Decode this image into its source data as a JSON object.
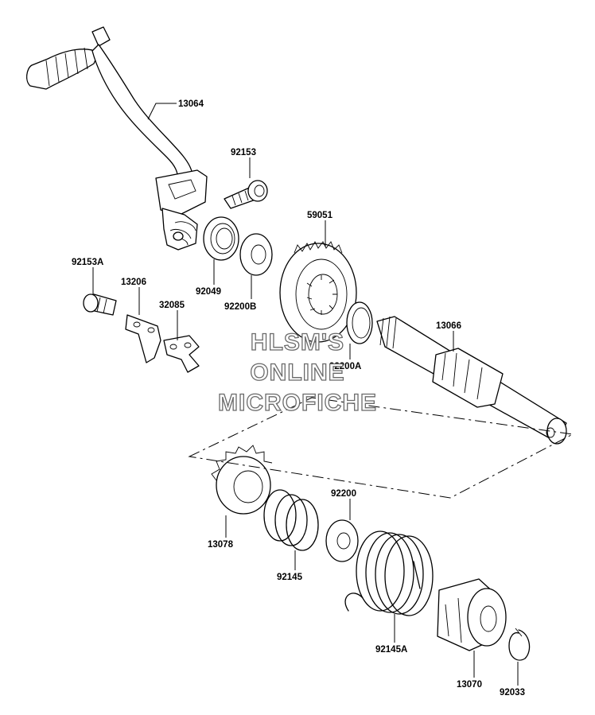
{
  "parts": [
    {
      "id": "13064"
    },
    {
      "id": "92153"
    },
    {
      "id": "59051"
    },
    {
      "id": "92153A"
    },
    {
      "id": "13206"
    },
    {
      "id": "32085"
    },
    {
      "id": "92049"
    },
    {
      "id": "92200B"
    },
    {
      "id": "13066"
    },
    {
      "id": "92200A"
    },
    {
      "id": "92200"
    },
    {
      "id": "13078"
    },
    {
      "id": "92145"
    },
    {
      "id": "92145A"
    },
    {
      "id": "13070"
    },
    {
      "id": "92033"
    }
  ],
  "watermark": {
    "line1": "HLSM'S",
    "line2": "ONLINE",
    "line3": "MICROFICHE"
  }
}
